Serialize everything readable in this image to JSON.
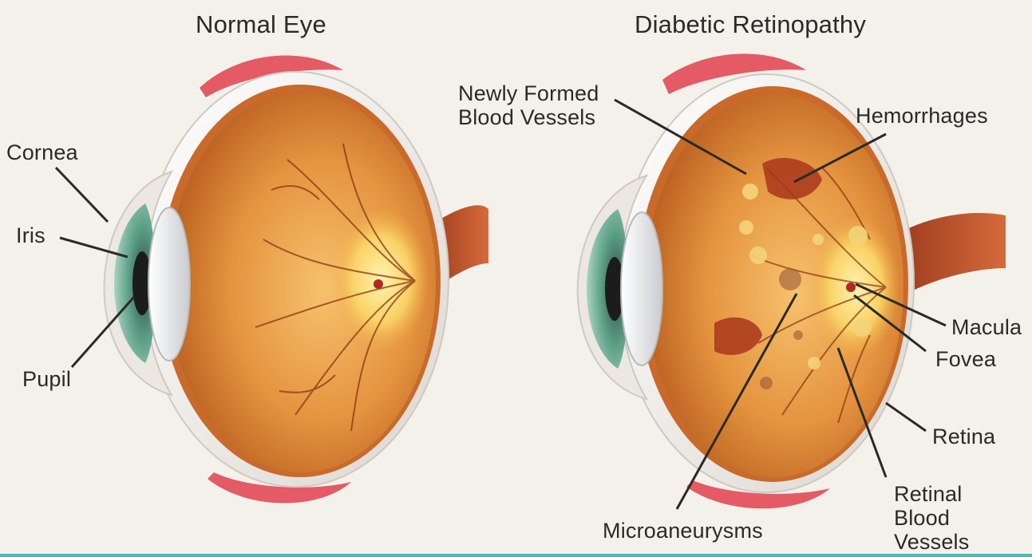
{
  "titles": {
    "normal": "Normal Eye",
    "diabetic": "Diabetic Retinopathy"
  },
  "labels": {
    "cornea": "Cornea",
    "iris": "Iris",
    "pupil": "Pupil",
    "newly_formed": "Newly Formed\nBlood Vessels",
    "hemorrhages": "Hemorrhages",
    "macula": "Macula",
    "fovea": "Fovea",
    "retina": "Retina",
    "retinal_vessels": "Retinal\nBlood\nVessels",
    "microaneurysms": "Microaneurysms"
  },
  "colors": {
    "background": "#f4f1ea",
    "eyeball_inner": "#e2913f",
    "eyeball_dark": "#b0521a",
    "sclera": "#f2eee8",
    "muscle": "#e0404e",
    "optic_nerve": "#c2542c",
    "macula_yellow": "#fbe07a",
    "iris_green": "#5b9e86",
    "leader_line": "#2a2a2a",
    "accent_strip": "#3cbfb6"
  }
}
